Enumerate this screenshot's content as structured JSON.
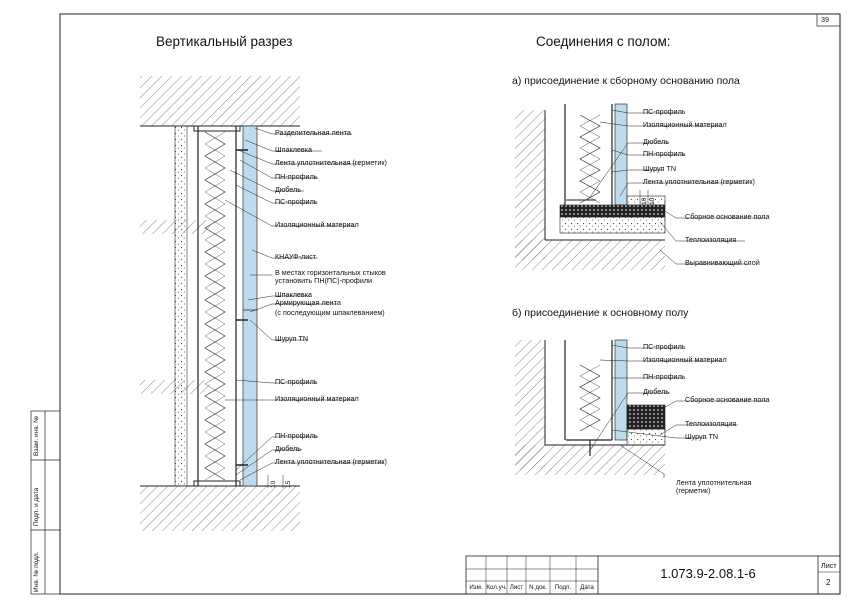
{
  "sheet": {
    "page_number_top": "39",
    "designation": "1.073.9-2.08.1-6",
    "sheet_label": "Лист",
    "sheet_number": "2",
    "stamp_headers": [
      "Изм.",
      "Кол.уч.",
      "Лист",
      "N док.",
      "Подп.",
      "Дата"
    ],
    "side_columns": [
      "Взам. инв. №",
      "Подп. и дата",
      "Инв. № подл."
    ]
  },
  "left_view": {
    "title": "Вертикальный разрез",
    "labels": [
      "Разделительная лента",
      "Шпаклевка",
      "Лента уплотнительная (герметик)",
      "ПН-профиль",
      "Дюбель",
      "ПС-профиль",
      "Изоляционный материал",
      "КНАУФ-лист",
      "В местах горизонтальных стыков",
      "установить ПН(ПС)-профили",
      "Шпаклевка",
      "Армирующая лента",
      "(с последующим шпаклеванием)",
      "Шуруп TN",
      "ПС-профиль",
      "Изоляционный материал",
      "ПН-профиль",
      "Дюбель",
      "Лента уплотнительная (герметик)"
    ],
    "dims": [
      "10",
      "15"
    ]
  },
  "right_view": {
    "title": "Соединения с полом:",
    "a": {
      "subtitle": "а) присоединение к сборному основанию пола",
      "labels": [
        "ПС-профиль",
        "Изоляционный материал",
        "Дюбель",
        "ПН-профиль",
        "Шуруп TN",
        "Лента уплотнительная (герметик)",
        "Сборное основание пола",
        "Теплоизоляция",
        "Выравнивающий слой"
      ],
      "dims": [
        "10",
        "10"
      ]
    },
    "b": {
      "subtitle": "б) присоединение к основному полу",
      "labels": [
        "ПС-профиль",
        "Изоляционный материал",
        "ПН-профиль",
        "Дюбель",
        "Сборное основание пола",
        "Теплоизоляция",
        "Шуруп TN",
        "Лента уплотнительная",
        "(герметик)"
      ]
    }
  }
}
